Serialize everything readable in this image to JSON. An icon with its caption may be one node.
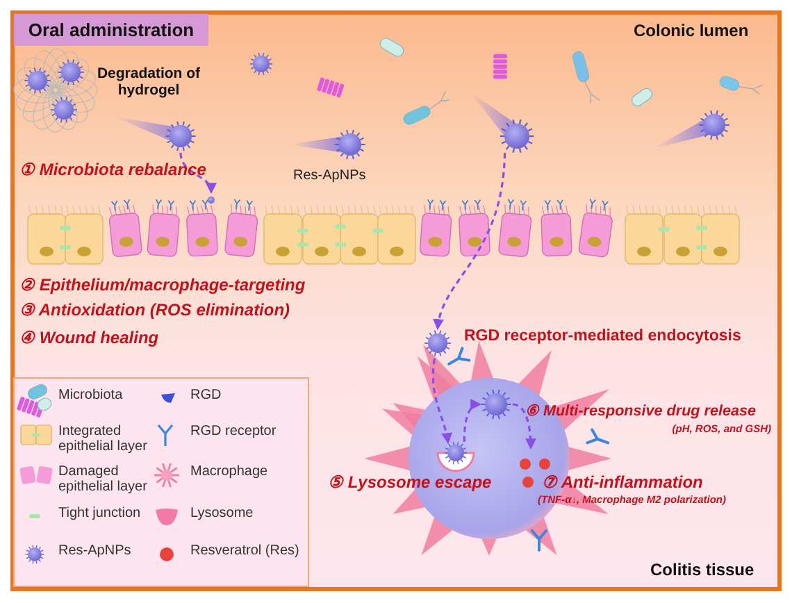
{
  "diagram": {
    "nodes": [
      {
        "text": [
          "Oral administration"
        ]
      },
      {
        "text": [],
        "shape": "picture"
      },
      {
        "text": [],
        "shape": "picture"
      },
      {
        "text": [],
        "shape": "picture"
      },
      {
        "text": [],
        "shape": "picture"
      },
      {
        "text": [],
        "shape": "picture"
      },
      {
        "text": [],
        "shape": "picture"
      },
      {
        "text": [],
        "shape": "picture"
      }
    ],
    "edges": [
      {
        "from": 1,
        "to": 2,
        "arrow": "to",
        "style": "dashed"
      },
      {
        "from": 3,
        "to": 4,
        "arrow": "to",
        "style": "dashed"
      },
      {
        "from": 4,
        "to": 5,
        "arrow": "to",
        "style": "dashed"
      },
      {
        "from": 5,
        "to": 6,
        "arrow": "to",
        "style": "dashed"
      },
      {
        "from": 6,
        "to": 7,
        "arrow": "to",
        "style": "dashed"
      }
    ],
    "labels": [
      "Colonic lumen",
      "Degradation of hydrogel",
      "Res-ApNPs",
      "① Microbiota rebalance",
      "② Epithelium/macrophage-targeting",
      "③ Antioxidation (ROS elimination)",
      "④ Wound healing",
      "RGD receptor-mediated endocytosis",
      "⑥ Multi-responsive drug release",
      "(pH, ROS, and GSH)",
      "⑤ Lysosome escape",
      "⑦ Anti-inflammation",
      "(TNF-α↓, Macrophage M2 polarization)",
      "Colitis tissue"
    ],
    "legend": [
      {
        "text": "Microbiota"
      },
      {
        "text": "RGD"
      },
      {
        "text": "Integrated epithelial layer"
      },
      {
        "text": "RGD receptor"
      },
      {
        "text": "Damaged epithelial layer"
      },
      {
        "text": "Macrophage"
      },
      {
        "text": "Tight junction"
      },
      {
        "text": "Lysosome"
      },
      {
        "text": "Res-ApNPs"
      },
      {
        "text": "Resveratrol (Res)"
      }
    ]
  }
}
